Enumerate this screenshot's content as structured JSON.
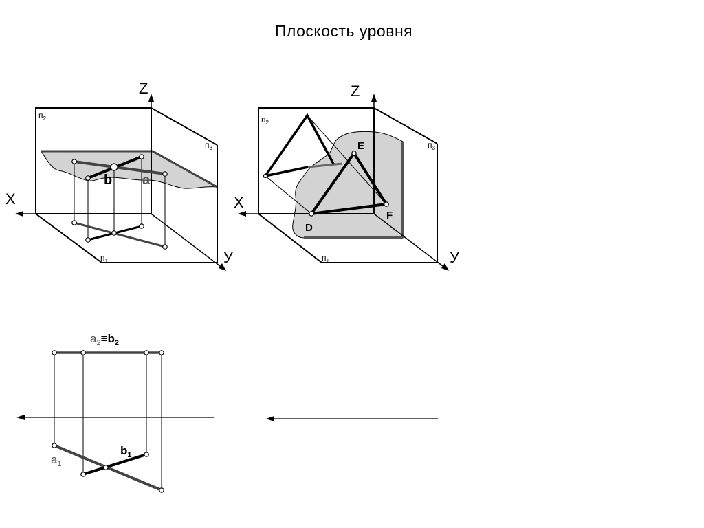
{
  "title": "Плоскость  уровня",
  "left_diagram": {
    "axis_z": "Z",
    "axis_x": "X",
    "axis_y": "У",
    "pi2": "п",
    "pi2_sub": "2",
    "pi3": "п",
    "pi3_sub": "3",
    "pi1": "п",
    "pi1_sub": "1",
    "line_b": "b",
    "line_a": "a"
  },
  "right_diagram": {
    "axis_z": "Z",
    "axis_x": "X",
    "axis_y": "У",
    "pi2": "п",
    "pi2_sub": "2",
    "pi3": "п",
    "pi3_sub": "3",
    "pi1": "п",
    "pi1_sub": "1",
    "point_e": "E",
    "point_d": "D",
    "point_f": "F"
  },
  "epure": {
    "a2": "a",
    "a2_sub": "2",
    "equiv": "≡",
    "b2": "b",
    "b2_sub": "2",
    "a1": "a",
    "a1_sub": "1",
    "b1": "b",
    "b1_sub": "1"
  },
  "colors": {
    "plane_fill": "#d3d3d3",
    "dark_line": "#444444",
    "line": "#000000"
  }
}
